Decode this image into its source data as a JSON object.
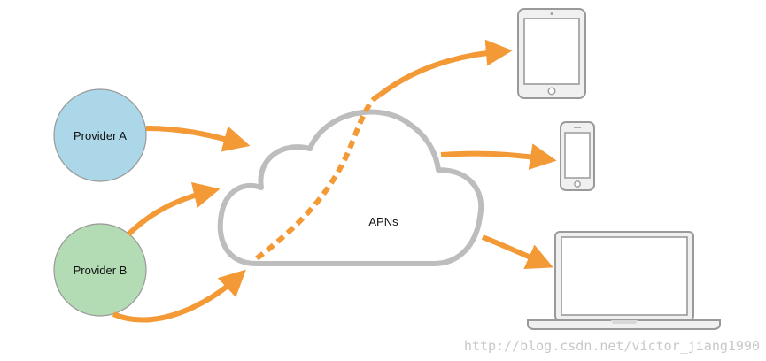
{
  "nodes": {
    "provider_a": {
      "label": "Provider A",
      "color": "#abd7e9"
    },
    "provider_b": {
      "label": "Provider B",
      "color": "#b3dcb4"
    },
    "apns": {
      "label": "APNs"
    }
  },
  "devices": [
    "tablet-icon",
    "phone-icon",
    "laptop-icon"
  ],
  "colors": {
    "arrow": "#f39a37",
    "outline": "#bdbdbd",
    "node_stroke": "#999999",
    "device_stroke": "#9a9a9a",
    "device_screen": "#ffffff"
  },
  "watermark": "http://blog.csdn.net/victor_jiang1990"
}
